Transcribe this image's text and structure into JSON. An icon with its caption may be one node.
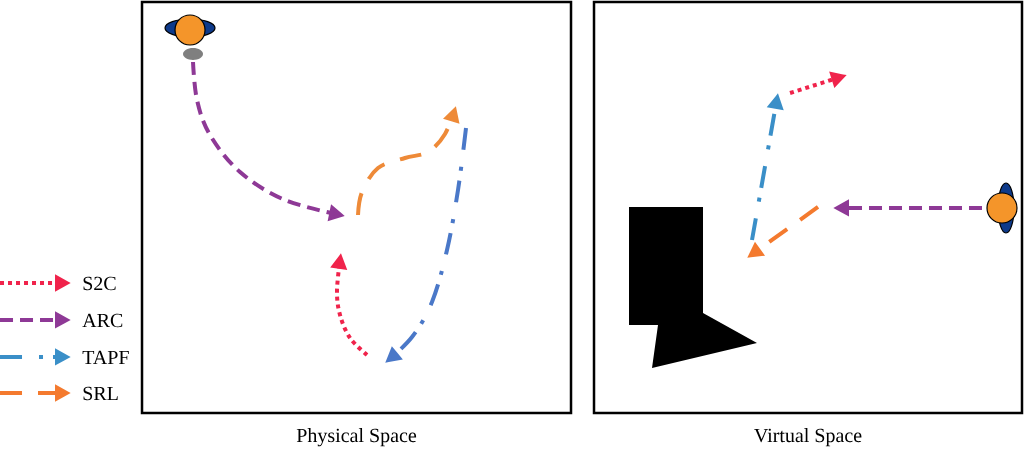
{
  "diagram": {
    "nodes": [
      {
        "text": [
          "Physical Space"
        ]
      },
      {
        "text": [
          "Virtual Space"
        ]
      },
      {
        "text": [],
        "shape": "polygon",
        "in": 1
      }
    ],
    "legend": [
      {
        "text": "S2C"
      },
      {
        "text": "ARC"
      },
      {
        "text": "TAPF"
      },
      {
        "text": "SRL"
      }
    ]
  }
}
